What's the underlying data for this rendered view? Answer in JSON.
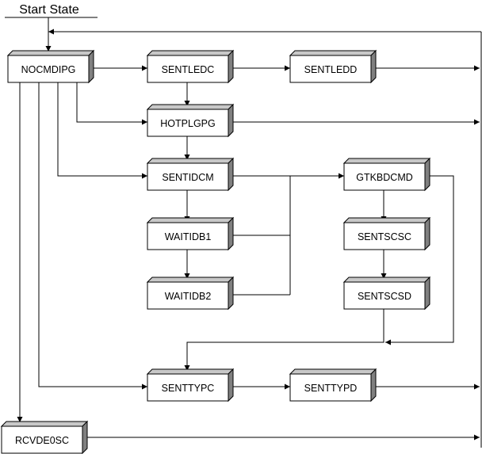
{
  "diagram": {
    "start_label": "Start State",
    "nodes": {
      "nocmdipg": "NOCMDIPG",
      "sentledc": "SENTLEDC",
      "sentledd": "SENTLEDD",
      "hotplgpg": "HOTPLGPG",
      "sentidcm": "SENTIDCM",
      "gtkbdcmd": "GTKBDCMD",
      "waitidb1": "WAITIDB1",
      "sentscsc": "SENTSCSC",
      "waitidb2": "WAITIDB2",
      "sentscsd": "SENTSCSD",
      "senttypc": "SENTTYPC",
      "senttypd": "SENTTYPD",
      "rcvde0sc": "RCVDE0SC"
    }
  }
}
